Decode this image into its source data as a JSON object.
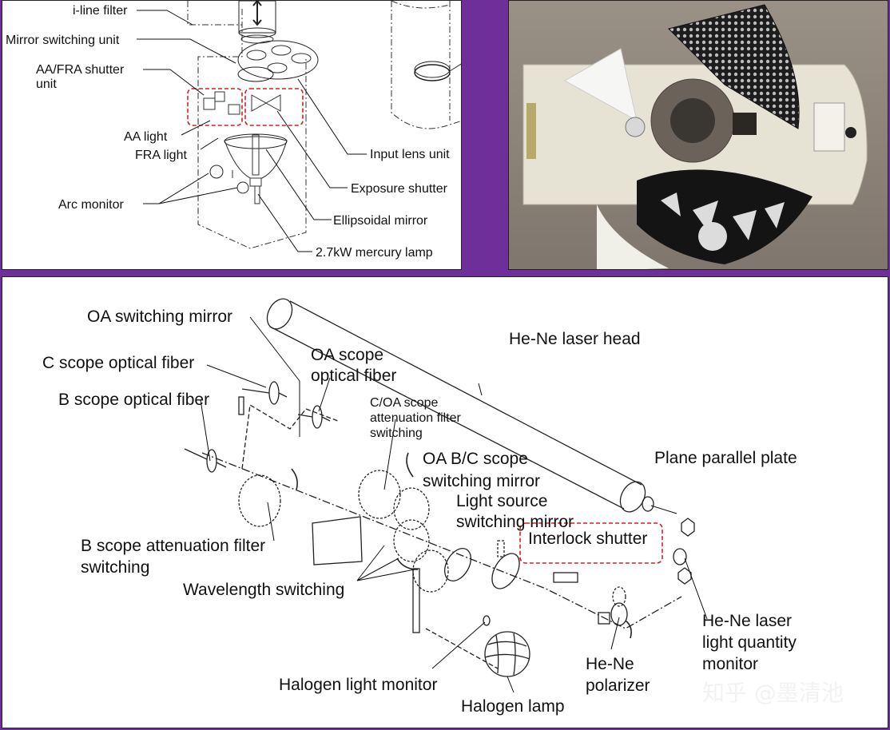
{
  "top_left_diagram": {
    "labels": {
      "i_line_filter": "i-line filter",
      "mirror_switching_unit": "Mirror switching unit",
      "aa_fra_shutter_line1": "AA/FRA shutter",
      "aa_fra_shutter_line2": "unit",
      "aa_light": "AA light",
      "fra_light": "FRA light",
      "arc_monitor": "Arc monitor",
      "input_lens_unit": "Input lens unit",
      "exposure_shutter": "Exposure shutter",
      "ellipsoidal_mirror": "Ellipsoidal mirror",
      "mercury_lamp": "2.7kW mercury lamp"
    }
  },
  "bottom_diagram": {
    "labels": {
      "oa_switching_mirror": "OA switching mirror",
      "he_ne_laser_head": "He-Ne laser head",
      "c_scope_fiber": "C scope optical fiber",
      "oa_scope_fiber_line1": "OA scope",
      "oa_scope_fiber_line2": "optical fiber",
      "b_scope_fiber": "B scope optical fiber",
      "coa_atten_line1": "C/OA scope",
      "coa_atten_line2": "attenuation filter",
      "coa_atten_line3": "switching",
      "oa_bc_mirror_line1": "OA B/C scope",
      "oa_bc_mirror_line2": "switching mirror",
      "plane_parallel_plate": "Plane parallel plate",
      "light_source_mirror_line1": "Light source",
      "light_source_mirror_line2": "switching mirror",
      "interlock_shutter": "Interlock shutter",
      "b_atten_line1": "B scope attenuation filter",
      "b_atten_line2": "switching",
      "wavelength_switching": "Wavelength switching",
      "he_ne_monitor_line1": "He-Ne laser",
      "he_ne_monitor_line2": "light quantity",
      "he_ne_monitor_line3": "monitor",
      "he_ne_polarizer_line1": "He-Ne",
      "he_ne_polarizer_line2": "polarizer",
      "halogen_light_monitor": "Halogen light monitor",
      "halogen_lamp": "Halogen lamp"
    },
    "watermark": "知乎 @墨清池"
  },
  "colors": {
    "frame": "#6e2f9a",
    "highlight": "#d42020"
  }
}
